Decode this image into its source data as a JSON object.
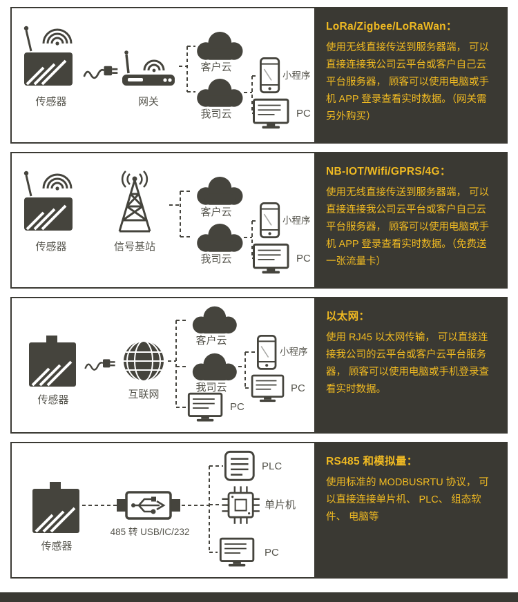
{
  "colors": {
    "panel_dark": "#3a3933",
    "accent_gold": "#f0ba22",
    "icon_gray": "#45443d",
    "label_gray": "#55544c",
    "page_bg": "#ffffff"
  },
  "panels": [
    {
      "title": "LoRa/Zigbee/LoRaWan：",
      "body": "使用无线直接传送到服务器端， 可以直接连接我公司云平台或客户自己云平台服务器， 顾客可以使用电脑或手机 APP 登录查看实时数据。（网关需另外购买）",
      "labels": {
        "sensor": "传感器",
        "link": "网关",
        "cloud1": "客户云",
        "cloud2": "我司云",
        "phone": "小程序",
        "pc": "PC"
      }
    },
    {
      "title": "NB-IOT/Wifi/GPRS/4G：",
      "body": "使用无线直接传送到服务器端， 可以直接连接我公司云平台或客户自己云平台服务器， 顾客可以使用电脑或手机 APP 登录查看实时数据。（免费送一张流量卡）",
      "labels": {
        "sensor": "传感器",
        "link": "信号基站",
        "cloud1": "客户云",
        "cloud2": "我司云",
        "phone": "小程序",
        "pc": "PC"
      }
    },
    {
      "title": "以太网：",
      "body": "使用 RJ45 以太网传输， 可以直接连接我公司的云平台或客户云平台服务器， 顾客可以使用电脑或手机登录查看实时数据。",
      "labels": {
        "sensor": "传感器",
        "link": "互联网",
        "cloud1": "客户云",
        "cloud2": "我司云",
        "phone": "小程序",
        "pc": "PC",
        "pc2": "PC"
      }
    },
    {
      "title": "RS485 和模拟量：",
      "body": "使用标准的 MODBUSRTU 协议， 可以直接连接单片机、 PLC、 组态软件、 电脑等",
      "labels": {
        "sensor": "传感器",
        "link": "485 转 USB/IC/232",
        "plc": "PLC",
        "mcu": "单片机",
        "pc": "PC"
      }
    }
  ]
}
